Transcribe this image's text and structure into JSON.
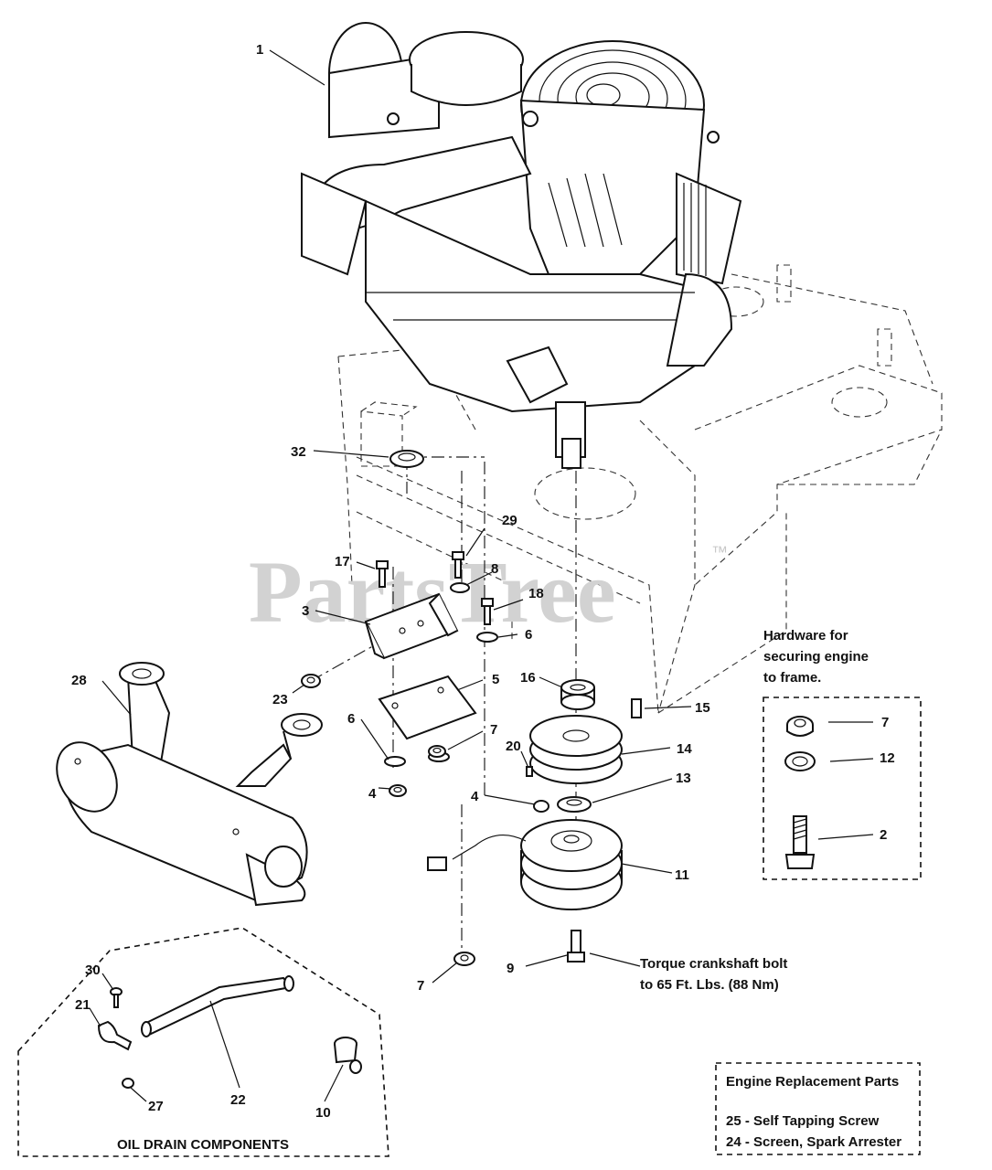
{
  "watermark": {
    "text": "PartsTree",
    "tm": "™"
  },
  "callouts": {
    "c1": "1",
    "c2": "2",
    "c3": "3",
    "c4a": "4",
    "c4b": "4",
    "c5": "5",
    "c6a": "6",
    "c6b": "6",
    "c7a": "7",
    "c7b": "7",
    "c7c": "7",
    "c8": "8",
    "c9": "9",
    "c10": "10",
    "c11": "11",
    "c12": "12",
    "c13": "13",
    "c14": "14",
    "c15": "15",
    "c16": "16",
    "c17": "17",
    "c18": "18",
    "c20": "20",
    "c21": "21",
    "c22": "22",
    "c23": "23",
    "c27": "27",
    "c28": "28",
    "c29": "29",
    "c30": "30",
    "c32": "32"
  },
  "hardware_note": {
    "line1": "Hardware for",
    "line2": "securing engine",
    "line3": "to frame."
  },
  "torque_note": {
    "line1": "Torque crankshaft bolt",
    "line2": "to 65 Ft. Lbs. (88 Nm)"
  },
  "oil_drain": {
    "label": "OIL DRAIN COMPONENTS"
  },
  "replacement_parts": {
    "title": "Engine Replacement Parts",
    "items": [
      "25 - Self Tapping Screw",
      "24 - Screen, Spark Arrester"
    ]
  }
}
